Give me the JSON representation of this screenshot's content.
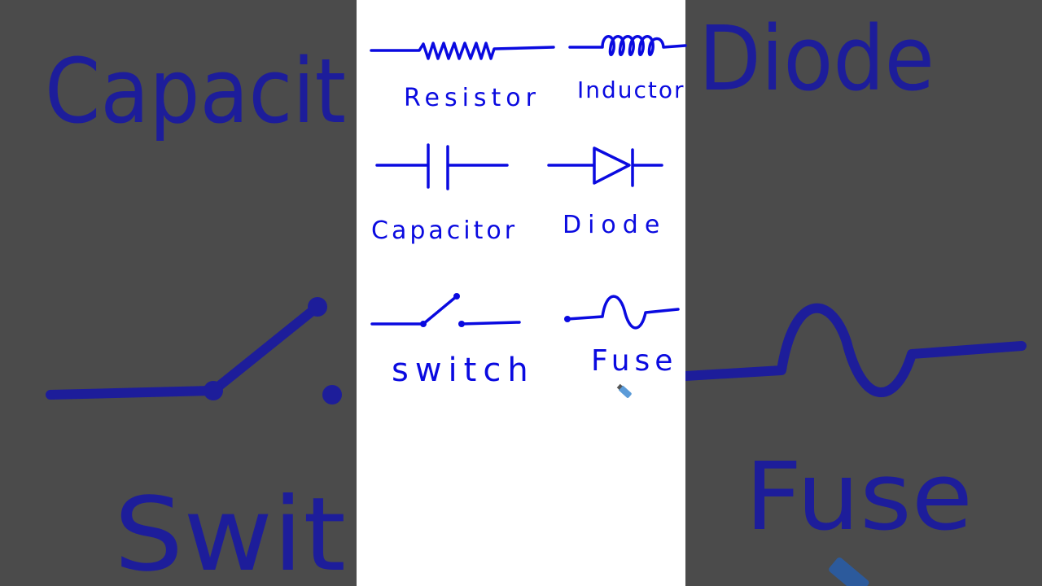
{
  "labels": {
    "resistor": "Resistor",
    "inductor": "Inductor",
    "capacitor": "Capacitor",
    "diode": "Diode",
    "switch": "switch",
    "fuse": "Fuse"
  },
  "background": {
    "left_top": "Capacit",
    "left_bottom": "Swit",
    "right_top": "Diode",
    "right_bottom": "Fuse"
  },
  "colors": {
    "ink": "#0a0ae0",
    "background": "#4b4b4b",
    "canvas": "#ffffff"
  },
  "icons": [
    "pen-cursor-icon"
  ]
}
